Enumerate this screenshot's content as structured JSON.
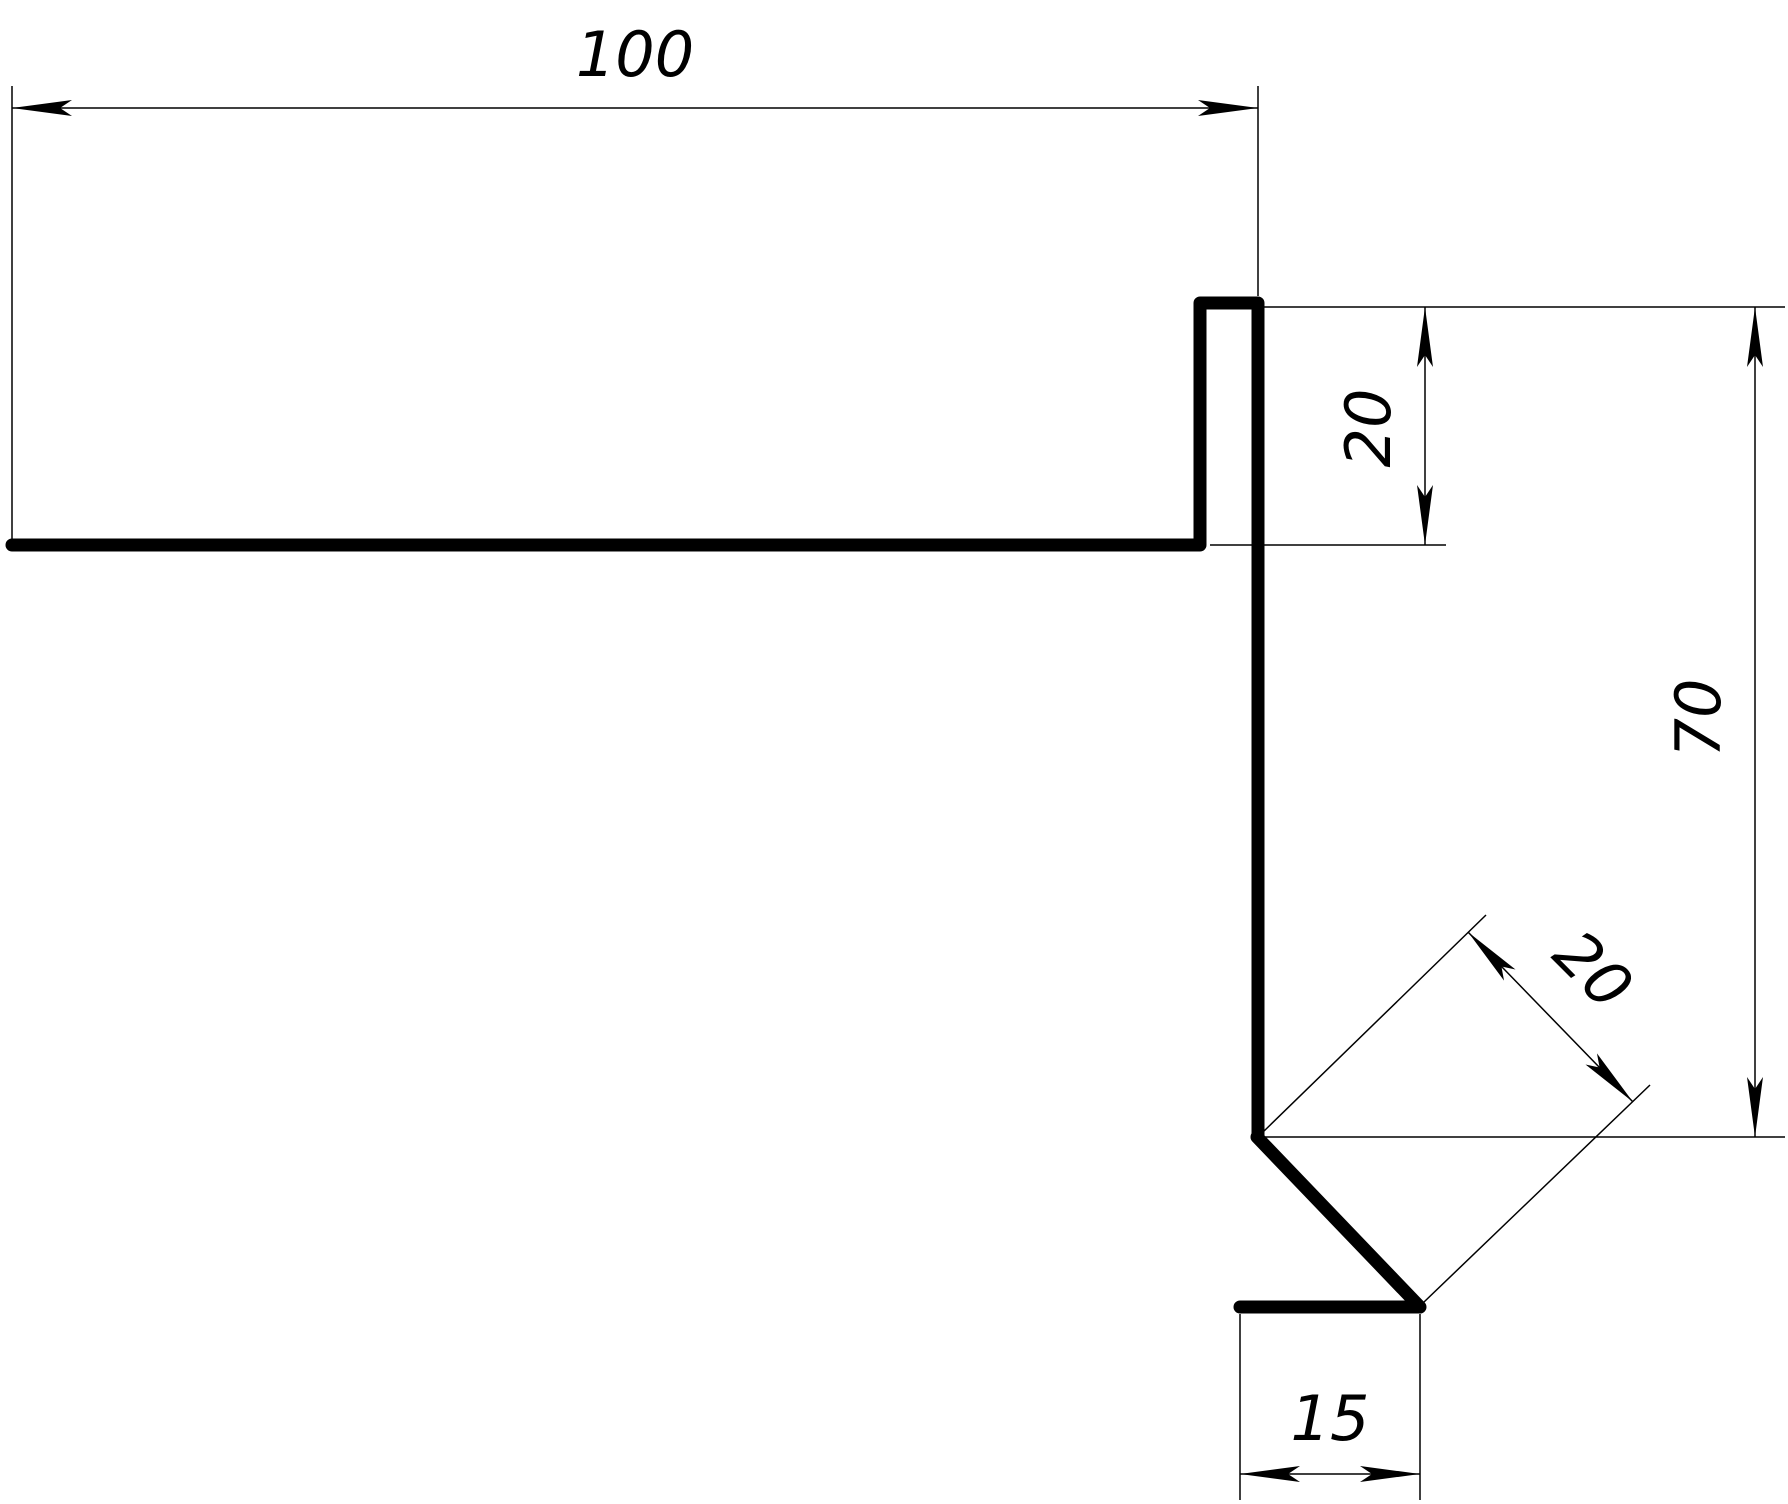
{
  "colors": {
    "background": "#ffffff",
    "profile": "#000000",
    "dimension_lines": "#000000"
  },
  "dimensions": [
    {
      "id": "top-width",
      "value": "100"
    },
    {
      "id": "upper-flange-height",
      "value": "20"
    },
    {
      "id": "overall-height",
      "value": "70"
    },
    {
      "id": "diagonal-length",
      "value": "20"
    },
    {
      "id": "bottom-flange-width",
      "value": "15"
    }
  ]
}
